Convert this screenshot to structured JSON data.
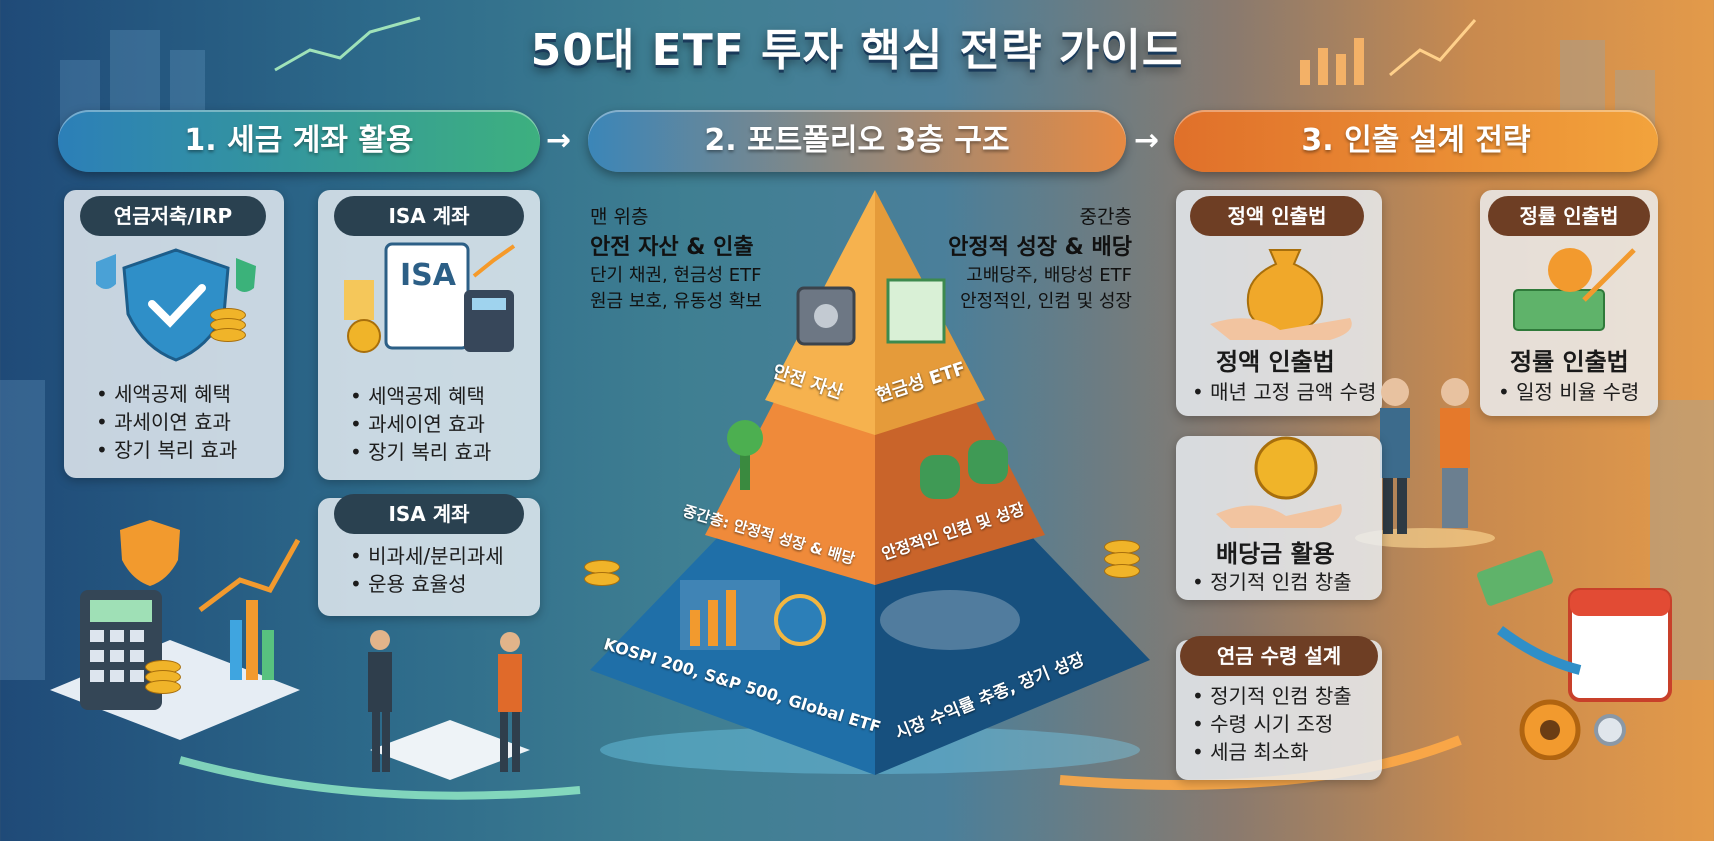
{
  "title": "50대 ETF 투자 핵심 전략 가이드",
  "sections": [
    {
      "label": "1. 세금 계좌 활용"
    },
    {
      "label": "2. 포트폴리오 3층 구조"
    },
    {
      "label": "3. 인출 설계 전략"
    }
  ],
  "arrow_glyph": "→",
  "tax": {
    "irp": {
      "label": "연금저축/IRP",
      "bullets": [
        "세액공제 혜택",
        "과세이연 효과",
        "장기 복리 효과"
      ]
    },
    "isa1": {
      "label": "ISA 계좌",
      "bullets": [
        "세액공제 혜택",
        "과세이연 효과",
        "장기 복리 효과"
      ]
    },
    "isa2": {
      "label": "ISA 계좌",
      "bullets": [
        "비과세/분리과세",
        "운용 효율성"
      ]
    },
    "isa_doc_text": "ISA"
  },
  "pyramid": {
    "top_note": {
      "line1": "맨 위층",
      "line2": "안전 자산 & 인출",
      "line3": "단기 채권, 현금성 ETF",
      "line4": "원금 보호, 유동성 확보"
    },
    "mid_note": {
      "line1": "중간층",
      "line2": "안정적 성장 & 배당",
      "line3": "고배당주, 배당성 ETF",
      "line4": "안정적인, 인컴 및 성장"
    },
    "top_left": "안전 자산",
    "top_right": "현금성 ETF",
    "mid_left": "중간층: 안정적 성장 & 배당",
    "mid_right": "안정적인 인컴 및 성장",
    "base_left": "KOSPI 200, S&P 500, Global ETF",
    "base_right": "시장 수익률 추종, 장기 성장"
  },
  "withdraw": {
    "chip1": "정액 인출법",
    "chip2": "정률 인출법",
    "fixed": {
      "title": "정액 인출법",
      "bullet": "매년 고정 금액 수령"
    },
    "rate": {
      "title": "정률 인출법",
      "bullet": "일정 비율 수령"
    },
    "dividend": {
      "title": "배당금 활용",
      "bullet": "정기적 인컴 창출"
    },
    "pension": {
      "label": "연금 수령 설계",
      "bullets": [
        "정기적 인컴 창출",
        "수령 시기 조정",
        "세금 최소화"
      ]
    }
  },
  "icons": [
    "shield-check-icon",
    "dollar-coin-icon",
    "calculator-icon",
    "money-bag-icon",
    "percent-icon",
    "calendar-icon",
    "gear-icon",
    "safe-icon",
    "world-map-icon",
    "plant-icon"
  ],
  "colors": {
    "green": "#3aa779",
    "blue": "#2f7fae",
    "orange": "#e8792b",
    "pyramid_top": "#f2a53c",
    "pyramid_mid": "#e77b30",
    "pyramid_base": "#1f6fa8"
  }
}
